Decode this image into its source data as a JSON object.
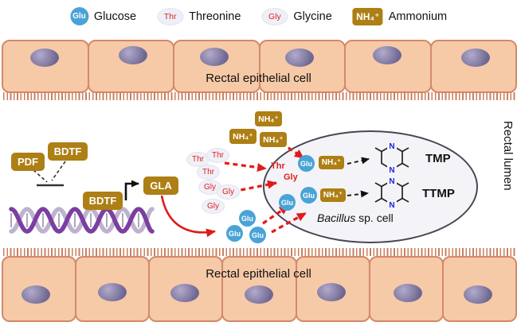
{
  "legend": {
    "items": [
      {
        "symbol": "Glu",
        "label": "Glucose"
      },
      {
        "symbol": "Thr",
        "label": "Threonine"
      },
      {
        "symbol": "Gly",
        "label": "Glycine"
      },
      {
        "symbol": "NH₄⁺",
        "label": "Ammonium"
      }
    ]
  },
  "epithelium": {
    "top_label": "Rectal epithelial cell",
    "bottom_label": "Rectal epithelial cell"
  },
  "lumen": {
    "label": "Rectal lumen"
  },
  "regulation": {
    "pdf_label": "PDF",
    "bdtf_upper_label": "BDTF",
    "bdtf_promoter_label": "BDTF",
    "gla_label": "GLA"
  },
  "molecules": {
    "glucose": "Glu",
    "threonine": "Thr",
    "glycine": "Gly",
    "ammonium": "NH₄⁺"
  },
  "bacillus": {
    "name_italic": "Bacillus",
    "name_suffix": " sp. cell",
    "product_tmp": "TMP",
    "product_ttmp": "TTMP"
  },
  "colors": {
    "gold_box": "#ad7f14",
    "glucose_blue": "#4aa3d6",
    "amino_red": "#e02020",
    "arrow_red": "#e01b1b",
    "cell_fill": "#f6c9a7",
    "cell_border": "#d4896a",
    "nucleus_purple": "#6e6792",
    "nitrogen_blue": "#2020d8"
  }
}
